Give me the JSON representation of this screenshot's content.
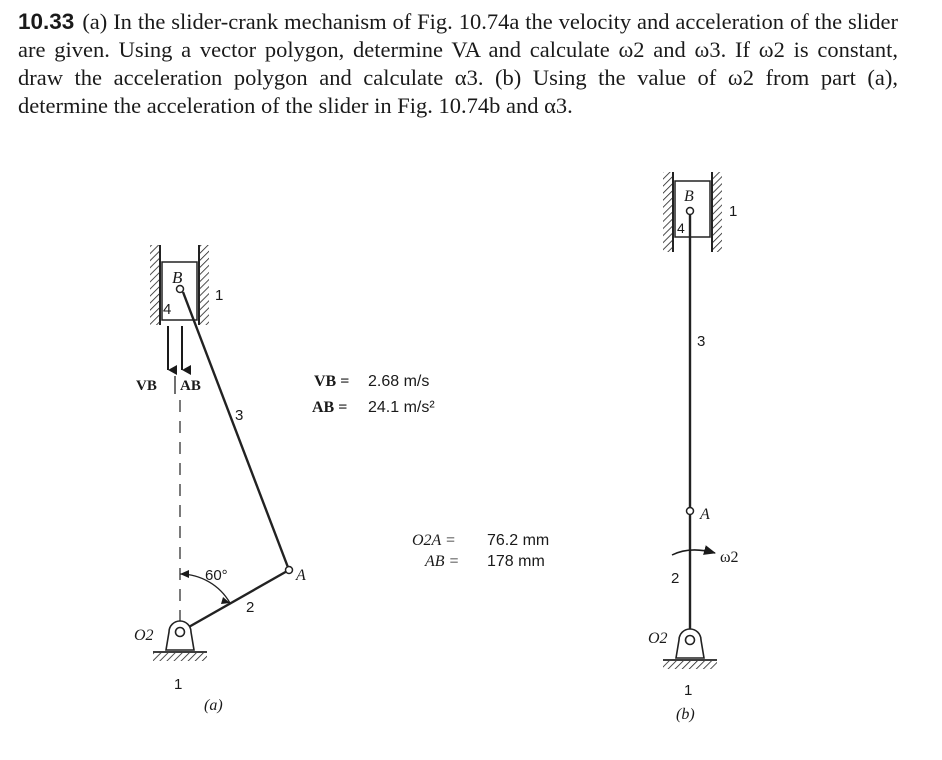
{
  "problem": {
    "number": "10.33",
    "text": "(a) In the slider-crank mechanism of Fig. 10.74a the velocity and acceleration of the slider are given. Using a vector polygon, determine VA and calculate ω2 and ω3. If ω2 is constant, draw the acceleration polygon and calculate α3. (b) Using the value of ω2 from part (a), determine the acceleration of the slider in Fig. 10.74b and α3."
  },
  "figure_a": {
    "caption": "(a)",
    "slider_label": "B",
    "slider_link_number": "4",
    "frame_label": "1",
    "ground_label": "1",
    "coupler_link_number": "3",
    "crank_link_number": "2",
    "joint_a_label": "A",
    "pivot_label": "O2",
    "angle_label": "60°",
    "vel_arrow_label": "VB",
    "acc_arrow_label": "AB",
    "given_vb_label": "VB =",
    "given_vb_value": "2.68 m/s",
    "given_ab_label": "AB =",
    "given_ab_value": "24.1 m/s²",
    "o2a_label": "O2A =",
    "o2a_value": "76.2 mm",
    "ab_label": "AB =",
    "ab_value": "178 mm"
  },
  "figure_b": {
    "caption": "(b)",
    "slider_label": "B",
    "slider_link_number": "4",
    "frame_label": "1",
    "ground_label": "1",
    "coupler_link_number": "3",
    "crank_link_number": "2",
    "joint_a_label": "A",
    "pivot_label": "O2",
    "omega_label": "ω2"
  }
}
